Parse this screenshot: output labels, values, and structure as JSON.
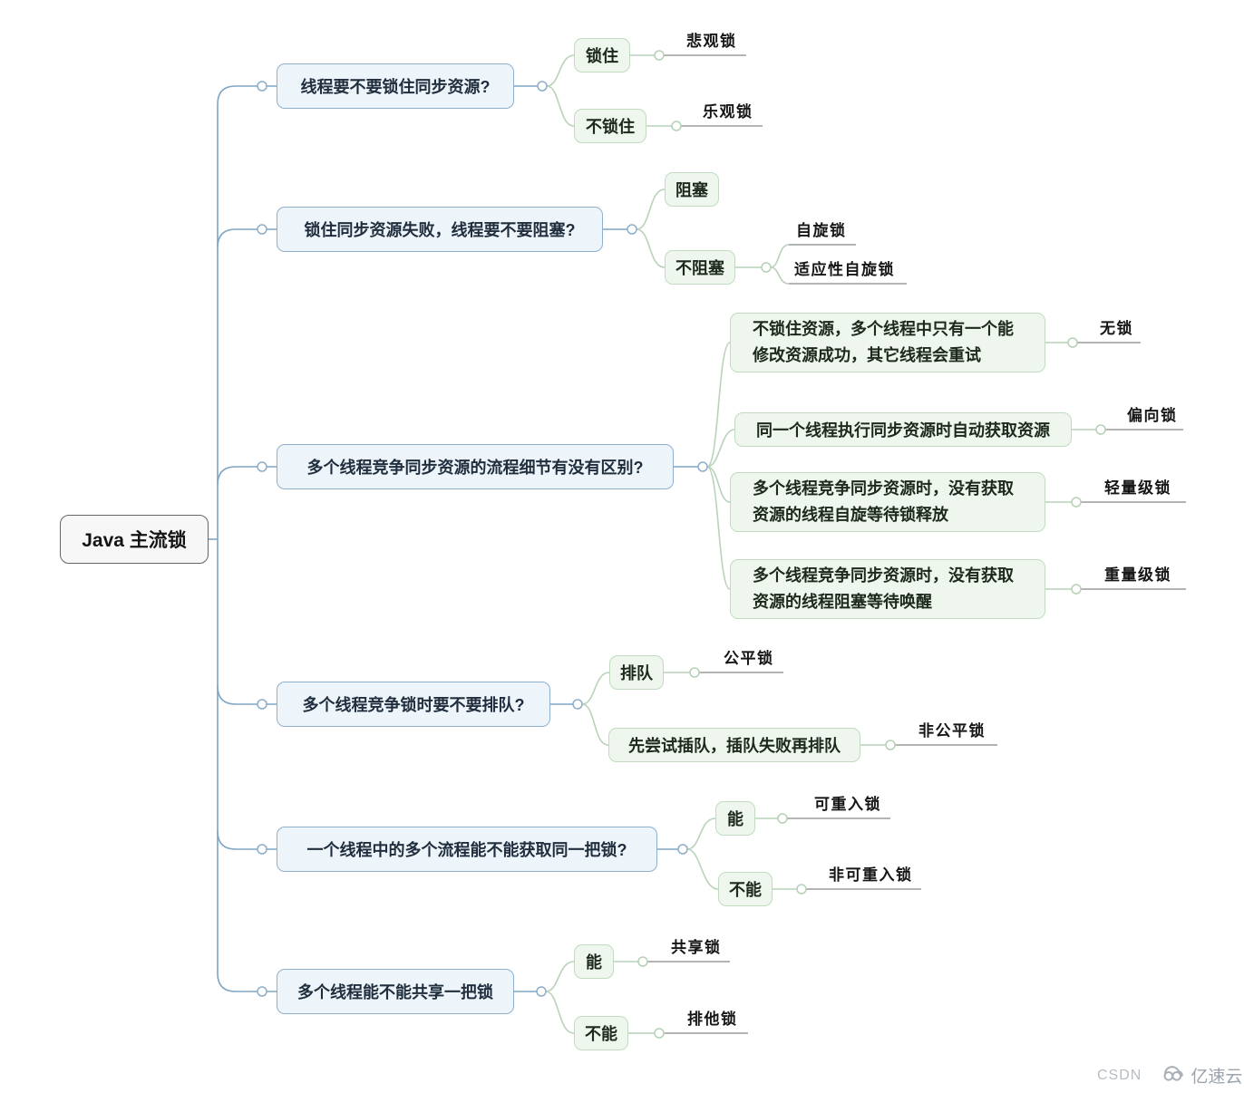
{
  "root": {
    "label": "Java 主流锁"
  },
  "branches": [
    {
      "label": "线程要不要锁住同步资源?",
      "children": [
        {
          "label": "锁住",
          "leaves": [
            "悲观锁"
          ]
        },
        {
          "label": "不锁住",
          "leaves": [
            "乐观锁"
          ]
        }
      ]
    },
    {
      "label": "锁住同步资源失败，线程要不要阻塞?",
      "children": [
        {
          "label": "阻塞",
          "leaves": []
        },
        {
          "label": "不阻塞",
          "leaves": [
            "自旋锁",
            "适应性自旋锁"
          ]
        }
      ]
    },
    {
      "label": "多个线程竞争同步资源的流程细节有没有区别?",
      "children": [
        {
          "label": "不锁住资源，多个线程中只有一个能修改资源成功，其它线程会重试",
          "leaves": [
            "无锁"
          ]
        },
        {
          "label": "同一个线程执行同步资源时自动获取资源",
          "leaves": [
            "偏向锁"
          ]
        },
        {
          "label": "多个线程竞争同步资源时，没有获取资源的线程自旋等待锁释放",
          "leaves": [
            "轻量级锁"
          ]
        },
        {
          "label": "多个线程竞争同步资源时，没有获取资源的线程阻塞等待唤醒",
          "leaves": [
            "重量级锁"
          ]
        }
      ]
    },
    {
      "label": "多个线程竞争锁时要不要排队?",
      "children": [
        {
          "label": "排队",
          "leaves": [
            "公平锁"
          ]
        },
        {
          "label": "先尝试插队，插队失败再排队",
          "leaves": [
            "非公平锁"
          ]
        }
      ]
    },
    {
      "label": "一个线程中的多个流程能不能获取同一把锁?",
      "children": [
        {
          "label": "能",
          "leaves": [
            "可重入锁"
          ]
        },
        {
          "label": "不能",
          "leaves": [
            "非可重入锁"
          ]
        }
      ]
    },
    {
      "label": "多个线程能不能共享一把锁",
      "children": [
        {
          "label": "能",
          "leaves": [
            "共享锁"
          ]
        },
        {
          "label": "不能",
          "leaves": [
            "排他锁"
          ]
        }
      ]
    }
  ],
  "watermark": {
    "site": "CSDN",
    "brand": "亿速云"
  },
  "colors": {
    "branch_line_blue": "#7fa5c3",
    "branch_fill_blue": "#edf4fa",
    "branch_border_blue": "#8fb0cd",
    "child_line_green": "#b9d2b9",
    "child_fill_green": "#eef6ee",
    "child_border_green": "#c0dbc0",
    "leaf_line_gray": "#9b9b9b",
    "root_border_gray": "#63676b",
    "watermark_gray": "#9ba3ad"
  }
}
